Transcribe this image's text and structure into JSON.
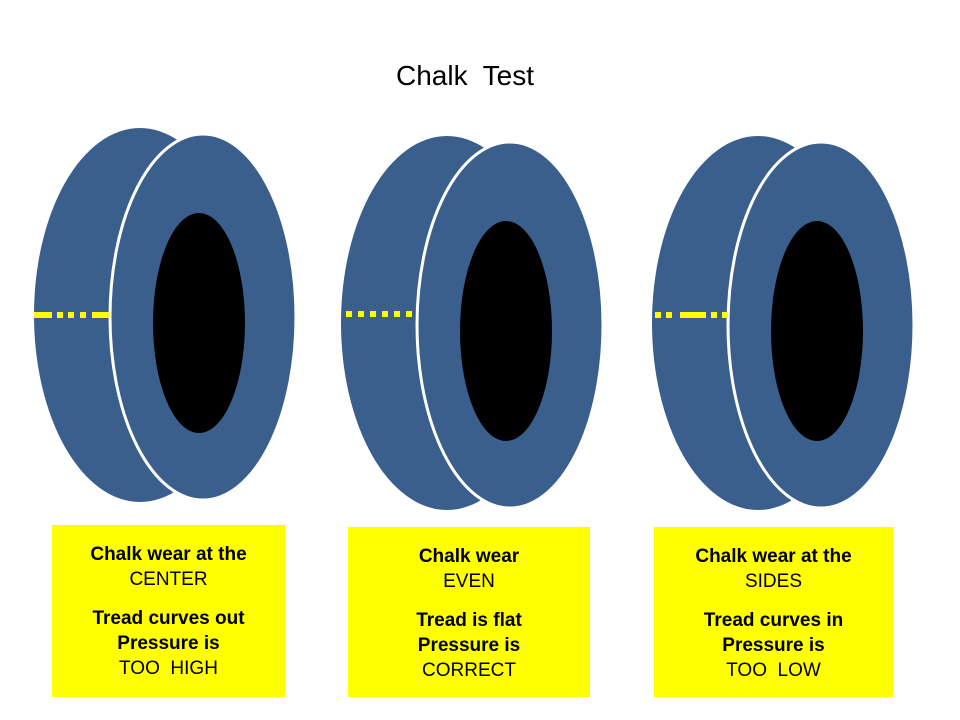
{
  "title": "Chalk  Test",
  "colors": {
    "tire": "#3a5f8d",
    "hole": "#000000",
    "chalk": "#ffff00",
    "box": "#ffff00"
  },
  "panels": [
    {
      "wear_line1": "Chalk wear at the",
      "wear_line2": "CENTER",
      "tread": "Tread curves out",
      "pressure_label": "Pressure is",
      "pressure_value": "TOO  HIGH",
      "chalk_pattern": "center-worn"
    },
    {
      "wear_line1": "Chalk wear",
      "wear_line2": "EVEN",
      "tread": "Tread is flat",
      "pressure_label": "Pressure is",
      "pressure_value": "CORRECT",
      "chalk_pattern": "even"
    },
    {
      "wear_line1": "Chalk wear at the",
      "wear_line2": "SIDES",
      "tread": "Tread curves in",
      "pressure_label": "Pressure is",
      "pressure_value": "TOO  LOW",
      "chalk_pattern": "sides-worn"
    }
  ]
}
